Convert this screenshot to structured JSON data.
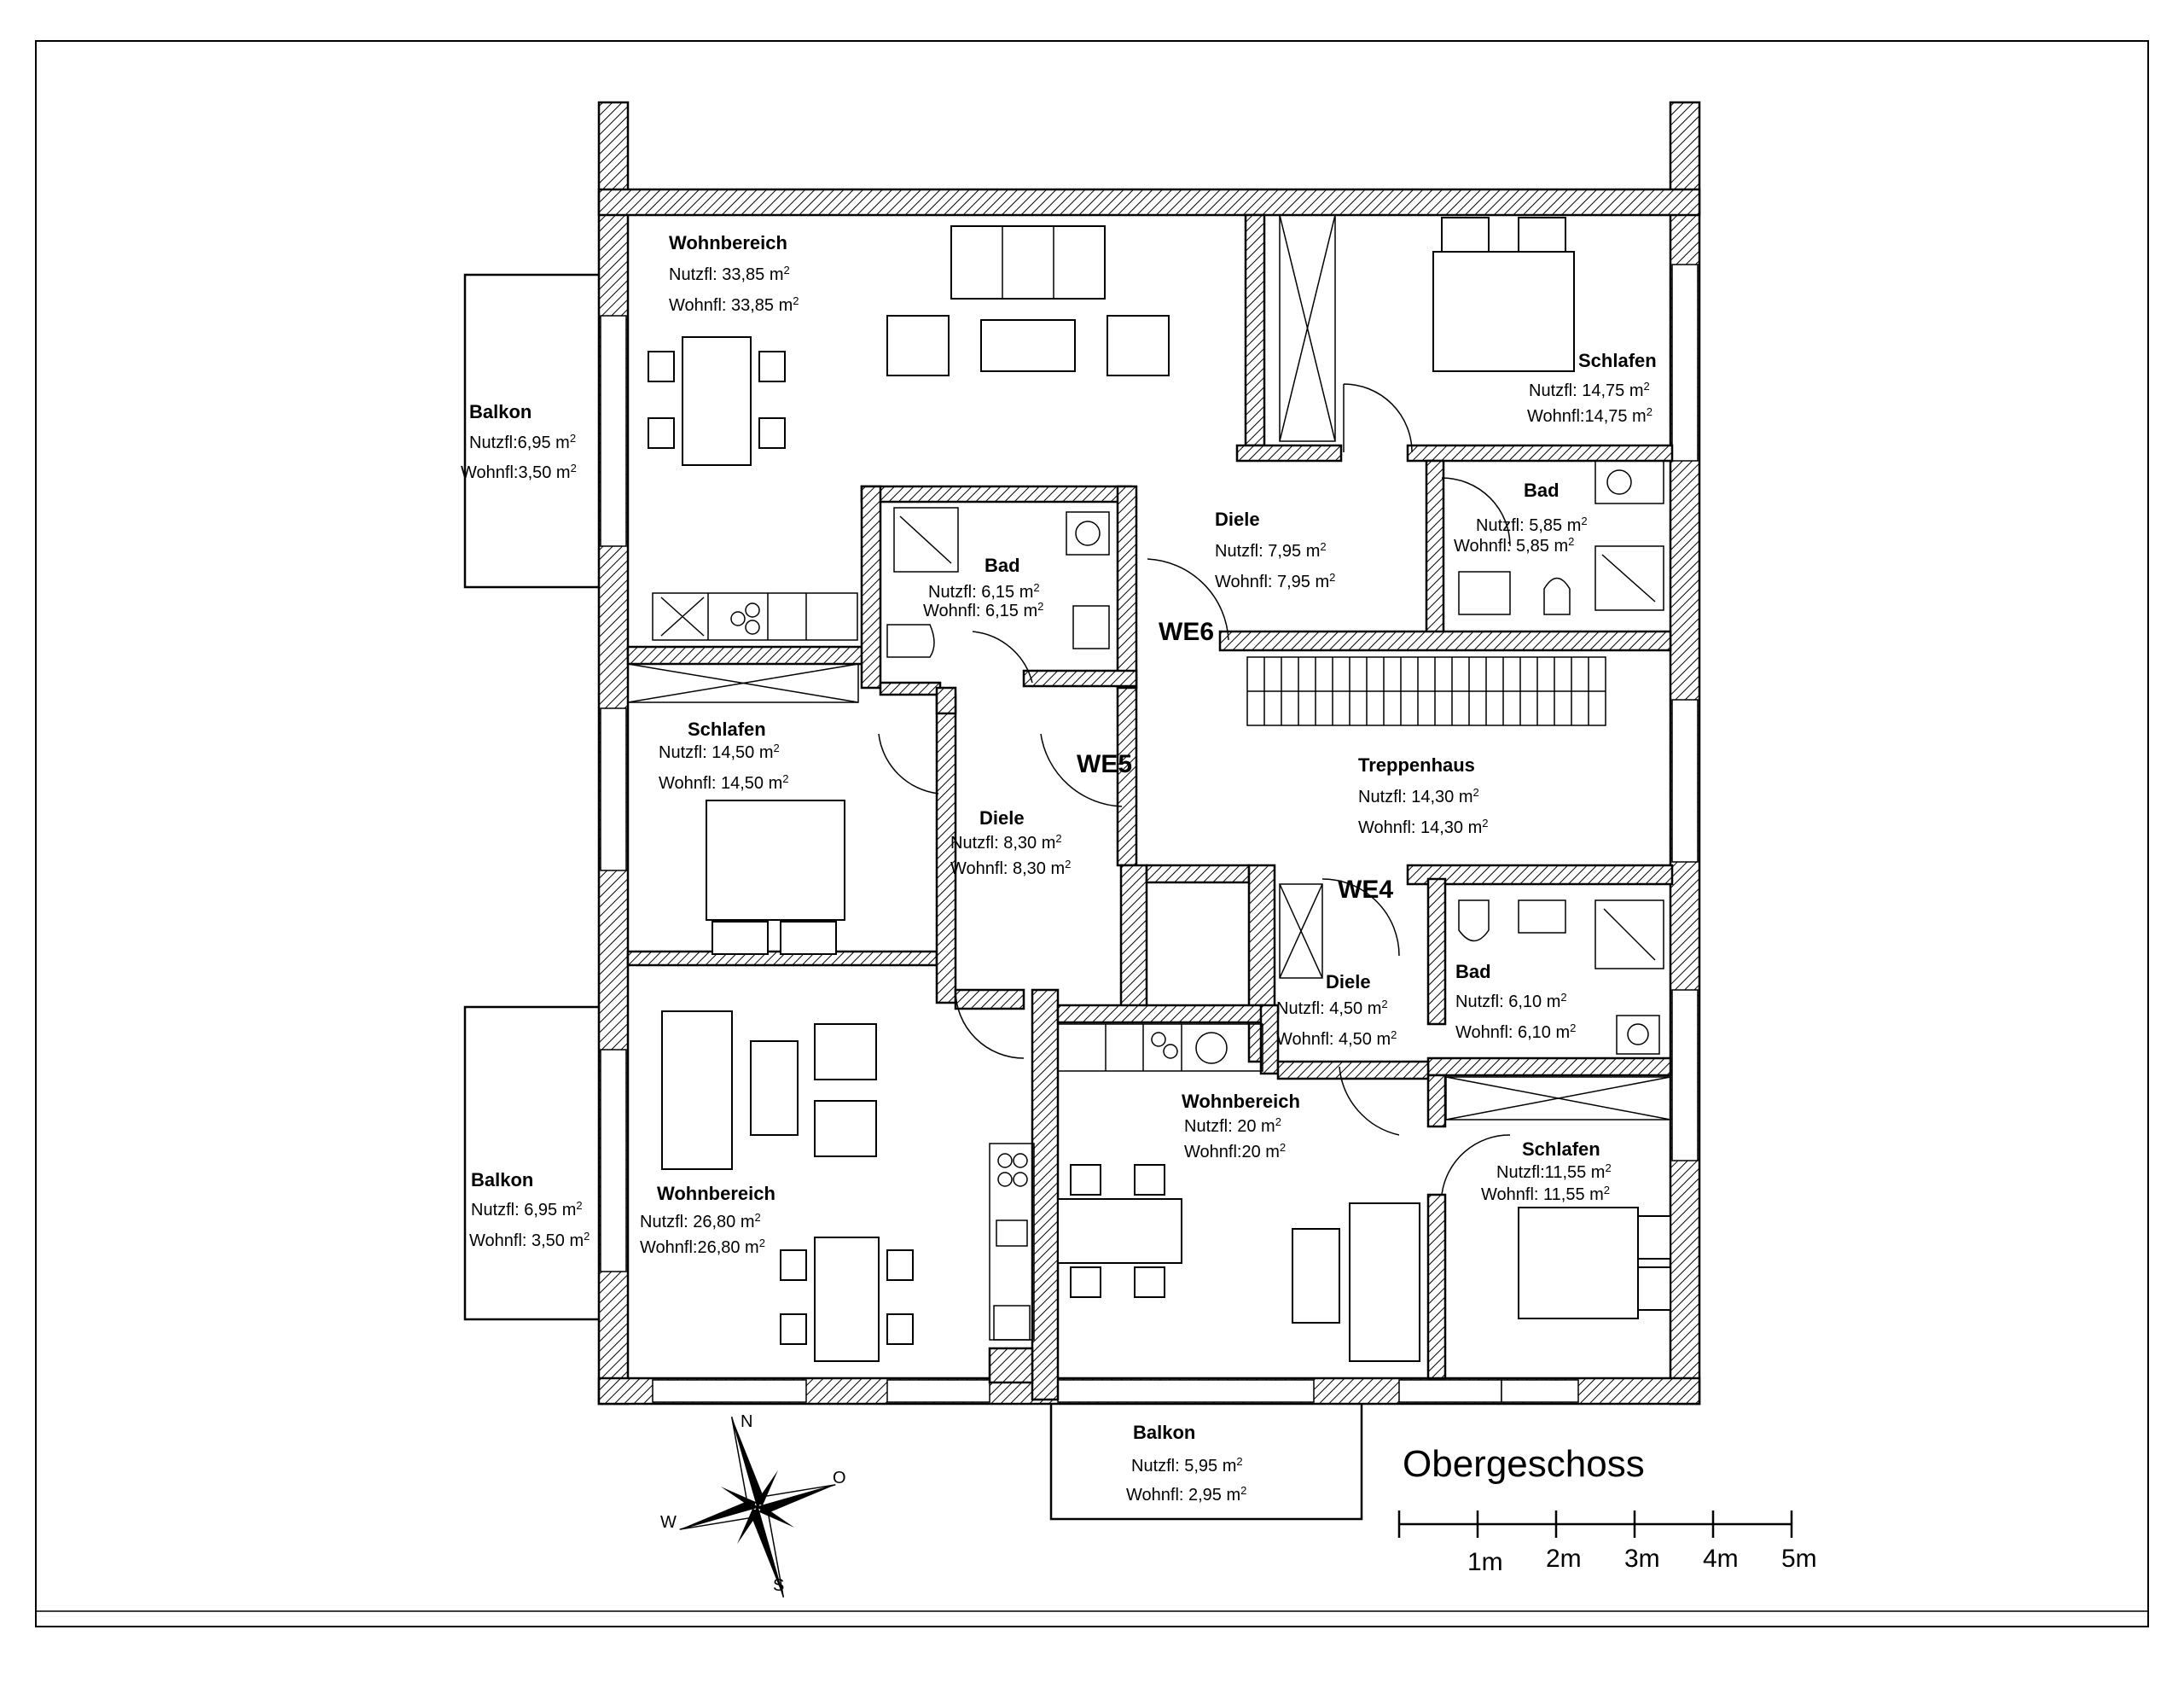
{
  "plan_title": "Obergeschoss",
  "scale_bar": {
    "ticks": [
      "1m",
      "2m",
      "3m",
      "4m",
      "5m"
    ]
  },
  "compass": {
    "n": "N",
    "o": "O",
    "s": "S",
    "w": "W"
  },
  "units": [
    "WE6",
    "WE5",
    "WE4"
  ],
  "rooms": {
    "we6_wohn": {
      "name": "Wohnbereich",
      "l1": "Nutzfl:   33,85 m",
      "l2": "Wohnfl:  33,85 m"
    },
    "we6_schlafen": {
      "name": "Schlafen",
      "l1": "Nutzfl: 14,75 m",
      "l2": "Wohnfl:14,75 m"
    },
    "we6_bad": {
      "name": "Bad",
      "l1": "Nutzfl: 5,85 m",
      "l2": "Wohnfl:  5,85 m"
    },
    "we6_diele": {
      "name": "Diele",
      "l1": "Nutzfl:    7,95 m",
      "l2": "Wohnfl:  7,95 m"
    },
    "we6_balkon": {
      "name": "Balkon",
      "l1": "Nutzfl:6,95 m",
      "l2": "Wohnfl:3,50 m"
    },
    "we5_bad": {
      "name": "Bad",
      "l1": "Nutzfl:    6,15 m",
      "l2": "Wohnfl:  6,15 m"
    },
    "we5_schlafen": {
      "name": "Schlafen",
      "l1": "Nutzfl:     14,50 m",
      "l2": "Wohnfl:   14,50 m"
    },
    "we5_diele": {
      "name": "Diele",
      "l1": "Nutzfl:      8,30 m",
      "l2": "Wohnfl:    8,30 m"
    },
    "we5_wohn": {
      "name": "Wohnbereich",
      "l1": "Nutzfl: 26,80 m",
      "l2": "Wohnfl:26,80 m"
    },
    "we5_balkon": {
      "name": "Balkon",
      "l1": "Nutzfl:  6,95 m",
      "l2": "Wohnfl: 3,50 m"
    },
    "treppenhaus": {
      "name": "Treppenhaus",
      "l1": "Nutzfl:      14,30 m",
      "l2": "Wohnfl:    14,30 m"
    },
    "we4_bad": {
      "name": "Bad",
      "l1": "Nutzfl:      6,10 m",
      "l2": "Wohnfl:    6,10 m"
    },
    "we4_diele": {
      "name": "Diele",
      "l1": "Nutzfl:    4,50 m",
      "l2": "Wohnfl:  4,50 m"
    },
    "we4_wohn": {
      "name": "Wohnbereich",
      "l1": "Nutzfl: 20 m",
      "l2": "Wohnfl:20 m"
    },
    "we4_schlafen": {
      "name": "Schlafen",
      "l1": "Nutzfl:11,55 m",
      "l2": "Wohnfl: 11,55 m"
    },
    "we4_balkon": {
      "name": "Balkon",
      "l1": "Nutzfl:  5,95 m",
      "l2": "Wohnfl:  2,95 m"
    }
  },
  "superscript": "2"
}
